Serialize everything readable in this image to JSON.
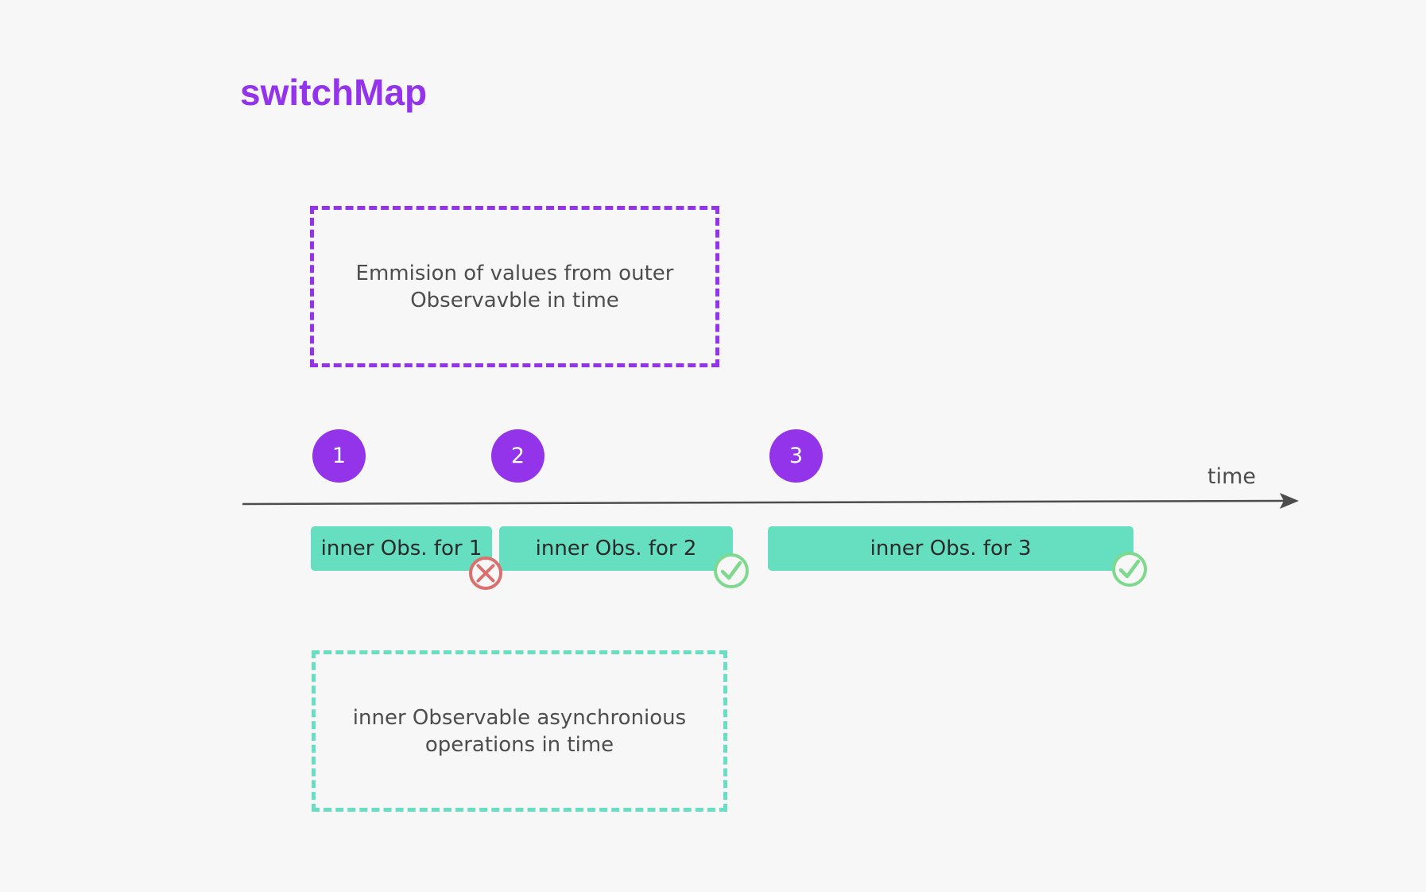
{
  "title": "switchMap",
  "outer_box": {
    "text": "Emmision of values from outer Observavble in time"
  },
  "inner_box": {
    "text": "inner Observable asynchronious operations in time"
  },
  "axis": {
    "label": "time"
  },
  "emissions": [
    "1",
    "2",
    "3"
  ],
  "inner_observables": [
    {
      "label": "inner Obs. for 1",
      "status": "cancelled",
      "icon": "cancel-circle-icon"
    },
    {
      "label": "inner Obs. for 2",
      "status": "completed",
      "icon": "check-circle-icon"
    },
    {
      "label": "inner Obs. for 3",
      "status": "completed",
      "icon": "check-circle-icon"
    }
  ],
  "colors": {
    "title": "#9333ea",
    "emission_fill": "#9333ea",
    "outer_box_border": "#9333ea",
    "inner_box_border": "#6adec0",
    "inner_bar_fill": "#66dec0",
    "cancel": "#d9706e",
    "complete": "#7ed98f",
    "axis": "#4d4d4d",
    "background": "#f7f7f7"
  }
}
